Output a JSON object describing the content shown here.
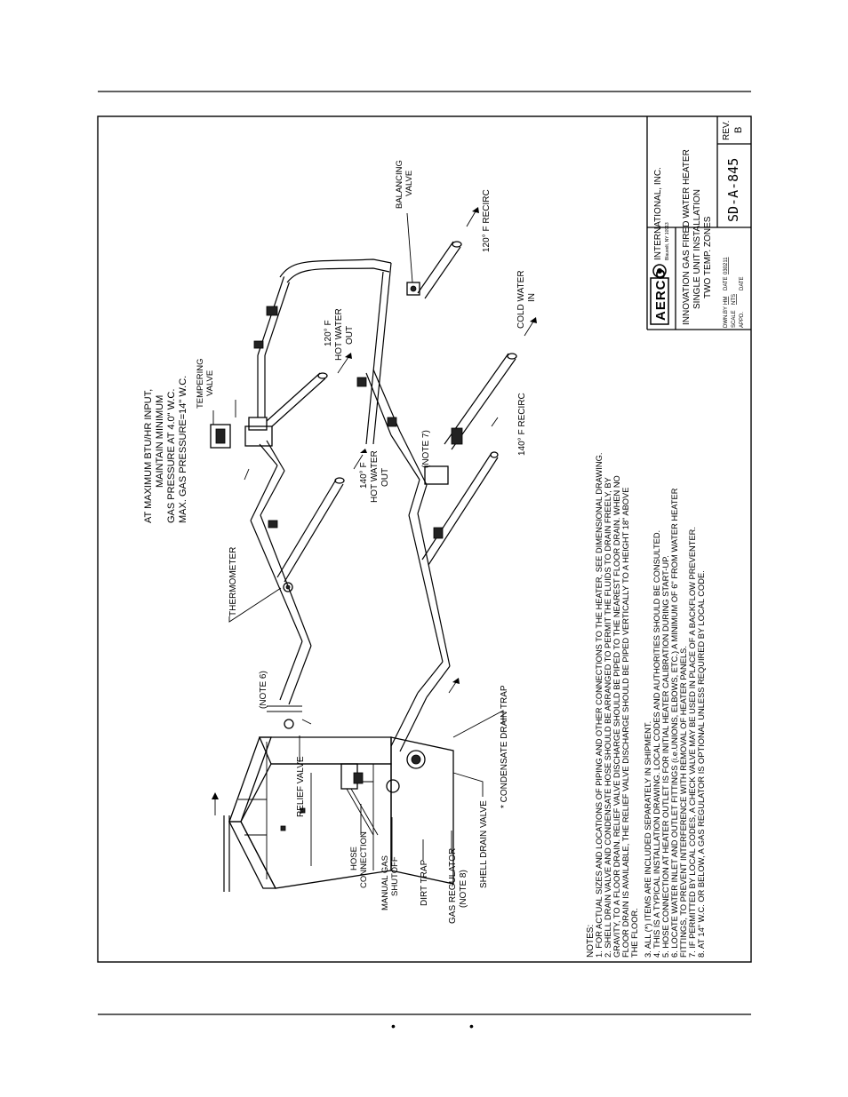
{
  "header_rule": "",
  "footer": {
    "bullet_1": "•",
    "bullet_2": "•"
  },
  "gas_note": {
    "line1": "AT MAXIMUM BTU/HR INPUT,",
    "line2": "MAINTAIN MINIMUM",
    "line3": "GAS PRESSURE AT 4.0\" W.C.",
    "line4": "MAX. GAS PRESSURE=14\" W.C."
  },
  "labels": {
    "tempering_valve_1": "TEMPERING",
    "tempering_valve_2": "VALVE",
    "balancing_valve_1": "BALANCING",
    "balancing_valve_2": "VALVE",
    "recirc_120": "120° F  RECIRC",
    "hot_out_120_1": "120° F",
    "hot_out_120_2": "HOT WATER",
    "hot_out_120_3": "OUT",
    "cold_in_1": "COLD  WATER",
    "cold_in_2": "IN",
    "note7": "(NOTE 7)",
    "hot_out_140_1": "140° F",
    "hot_out_140_2": "HOT WATER",
    "hot_out_140_3": "OUT",
    "recirc_140": "140° F  RECIRC",
    "thermometer": "THERMOMETER",
    "note6": "(NOTE 6)",
    "relief_valve": "RELIEF VALVE",
    "hose_conn_1": "HOSE",
    "hose_conn_2": "CONNECTION",
    "manual_gas_1": "MANUAL GAS",
    "manual_gas_2": "SHUTOFF",
    "dirt_trap": "DIRT TRAP",
    "gas_reg_1": "GAS REGULATOR",
    "gas_reg_2": "(NOTE 8)",
    "shell_drain": "SHELL DRAIN VALVE",
    "condensate_trap": "* CONDENSATE DRAIN TRAP"
  },
  "notes": {
    "heading": "NOTES:",
    "lines": [
      "1. FOR ACTUAL SIZES AND LOCATIONS OF PIPING AND OTHER CONNECTIONS TO THE HEATER, SEE DIMENSIONAL DRAWING.",
      "2. SHELL DRAIN VALVE AND CONDENSATE HOSE SHOULD BE ARRANGED TO PERMIT THE FLUIDS TO DRAIN FREELY, BY",
      "    GRAVITY, TO A FLOOR DRAIN. RELIEF VALVE DISCHARGE SHOULD BE PIPED TO THE NEAREST FLOOR DRAIN. WHEN NO",
      "    FLOOR DRAIN IS AVAILABLE, THE RELIEF VALVE DISCHARGE SHOULD BE PIPED VERTICALLY TO A HEIGHT 18\" ABOVE",
      "    THE FLOOR.",
      "3. ALL (*) ITEMS ARE INCLUDED SEPARATELY IN SHIPMENT.",
      "4. THIS IS A TYPICAL INSTALLATION DRAWING. LOCAL CODES AND AUTHORITIES SHOULD BE CONSULTED.",
      "5. HOSE CONNECTION AT HEATER OUTLET IS FOR INITIAL HEATER CALIBRATION DURING START-UP.",
      "6. LOCATE WATER INLET AND OUTLET FITTINGS (i.e.UNIONS, ELBOWS, ETC.) A MINIMUM OF 6\" FROM WATER HEATER",
      "    FITTINGS, TO PREVENT INTERFERENCE WITH REMOVAL OF HEATER PANELS.",
      "7. IF PERMITTED BY LOCAL CODES, A CHECK VALVE MAY BE USED IN PLACE OF A BACKFLOW PREVENTER.",
      "8. AT 14\" W.C. OR BELOW, A GAS REGULATOR IS OPTIONAL UNLESS REQUIRED BY LOCAL CODE."
    ]
  },
  "title_block": {
    "logo": "AERCO",
    "company": "INTERNATIONAL, INC.",
    "city": "Blauvelt, NY 10913",
    "title1": "INNOVATION GAS FIRED WATER HEATER",
    "title2": "SINGLE UNIT INSTALLATION",
    "title3": "TWO TEMP. ZONES",
    "dwn_by_label": "DWN.BY",
    "dwn_by": "HM",
    "date_label": "DATE",
    "date": "030211",
    "scale_label": "SCALE",
    "scale": "NTS",
    "appd_label": "APPD.",
    "appd_date_label": "DATE",
    "drawing_no": "SD-A-845",
    "rev_label": "REV.",
    "rev": "B"
  }
}
